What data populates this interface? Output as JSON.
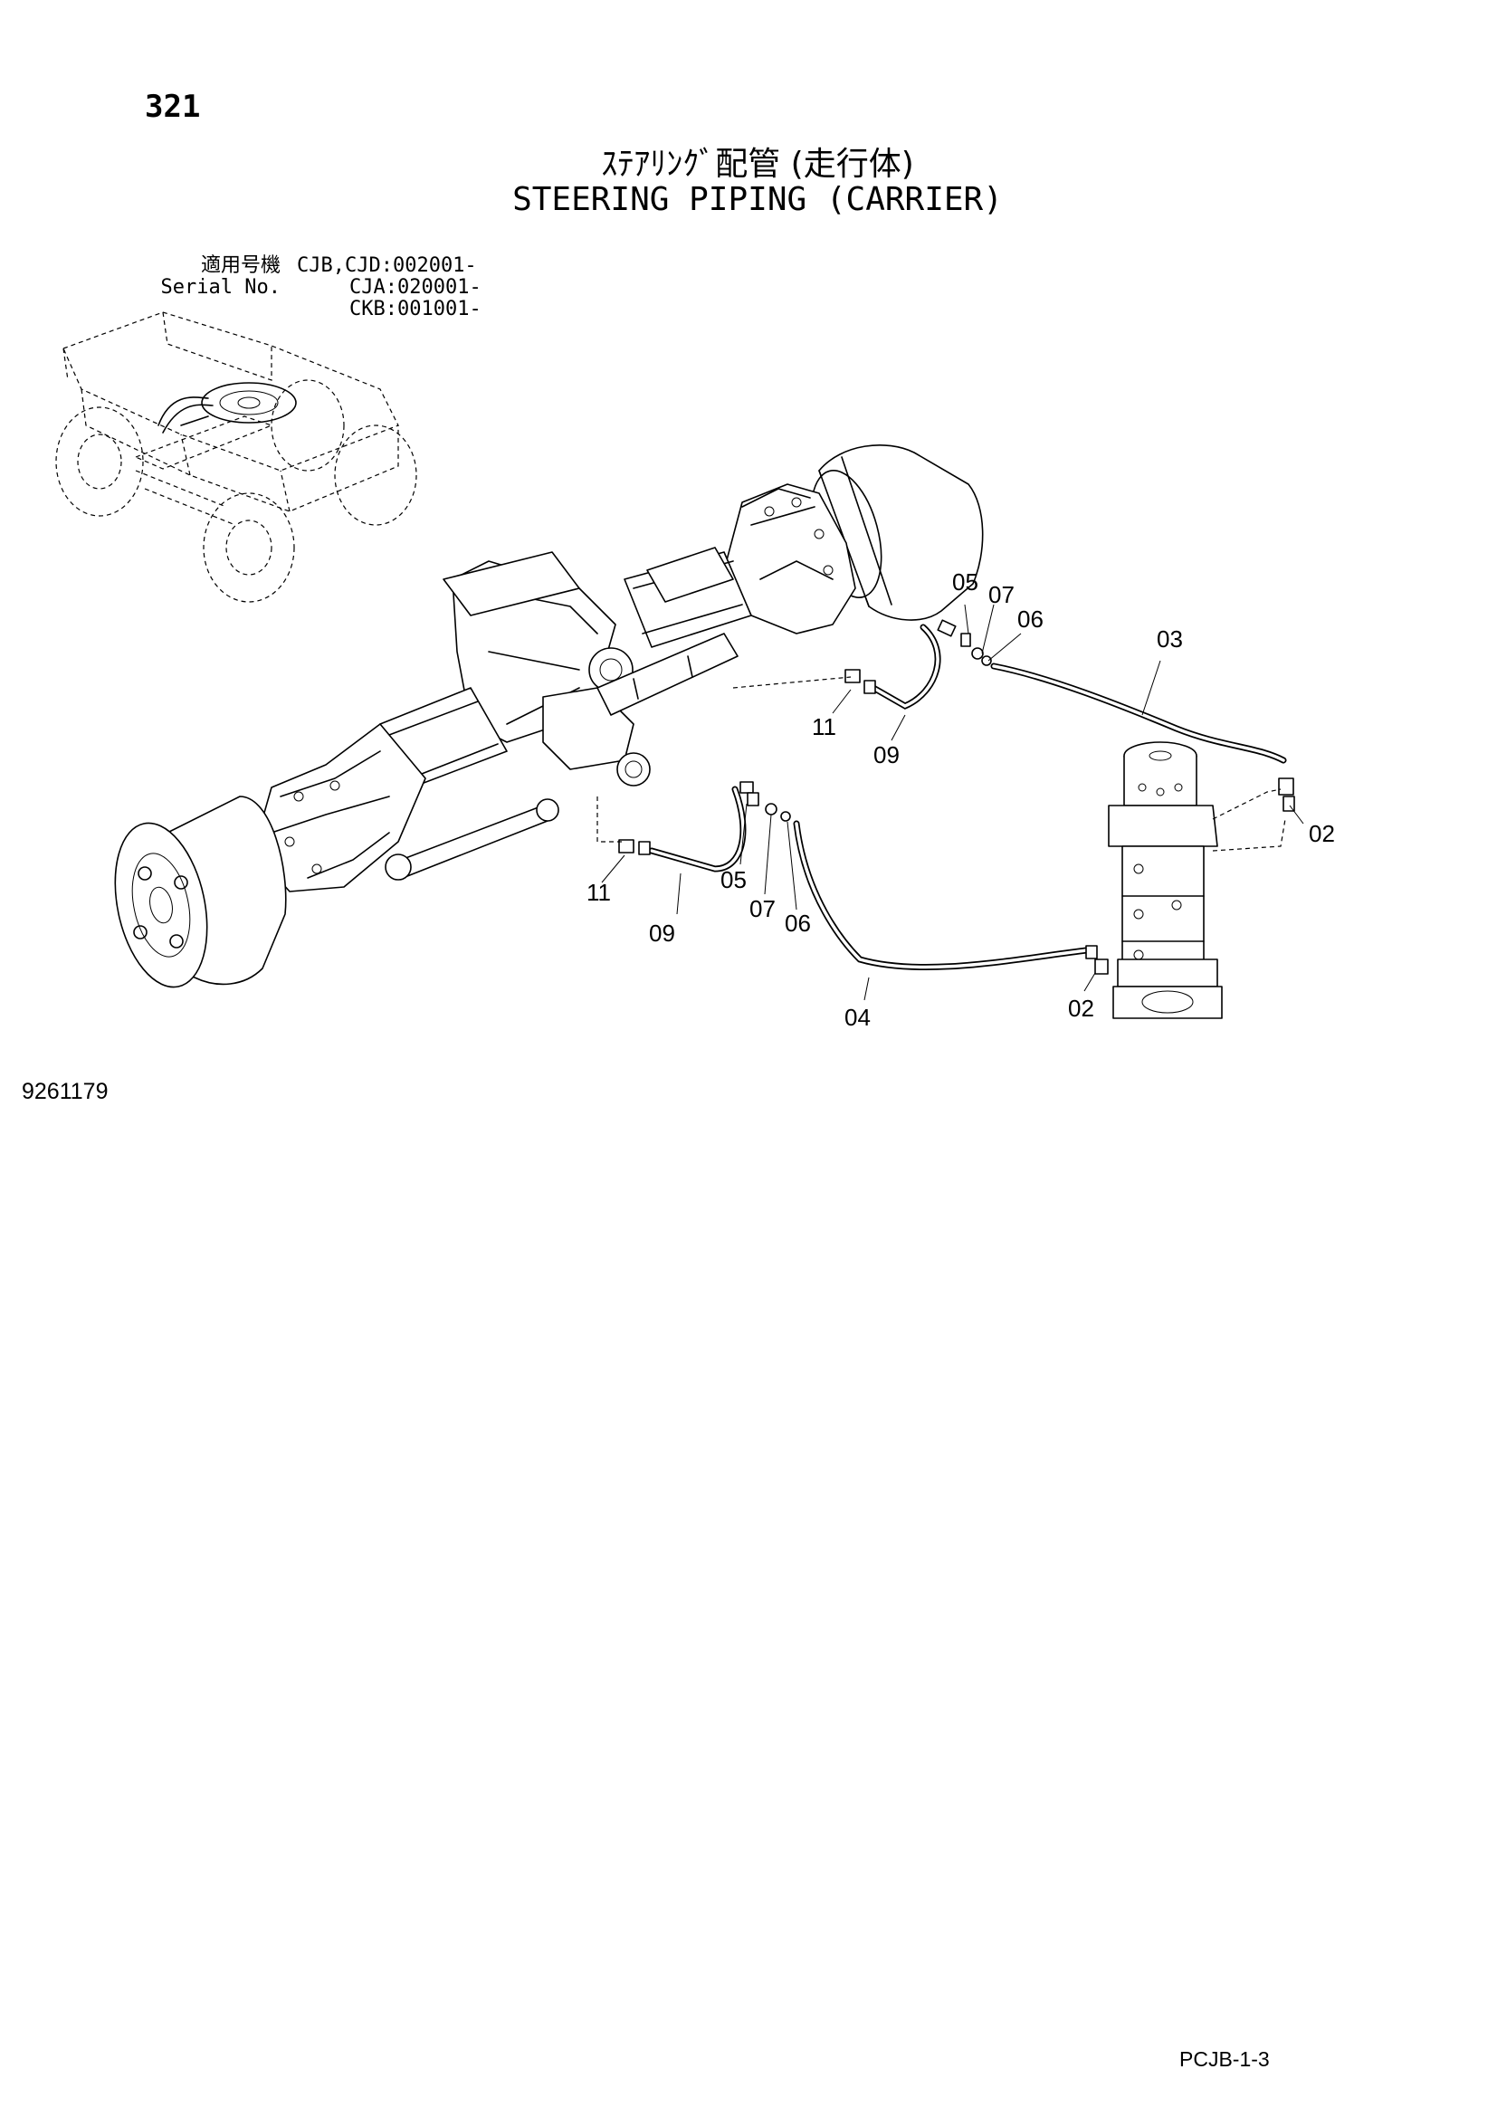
{
  "page": {
    "number": "321",
    "title_jp": "ｽﾃｱﾘﾝｸﾞ配管 (走行体)",
    "title_en": "STEERING PIPING (CARRIER)",
    "figure_number": "9261179",
    "sheet_code": "PCJB-1-3"
  },
  "serial": {
    "label_jp": "適用号機",
    "label_en": "Serial No.",
    "values": [
      "CJB,CJD:002001-",
      "CJA:020001-",
      "CKB:001001-"
    ]
  },
  "callouts": {
    "c05_top": "05",
    "c07_top": "07",
    "c06_top": "06",
    "c03": "03",
    "c11_top": "11",
    "c09_top": "09",
    "c02_top": "02",
    "c11_bot": "11",
    "c09_bot": "09",
    "c05_bot": "05",
    "c07_bot": "07",
    "c06_bot": "06",
    "c04": "04",
    "c02_bot": "02"
  }
}
